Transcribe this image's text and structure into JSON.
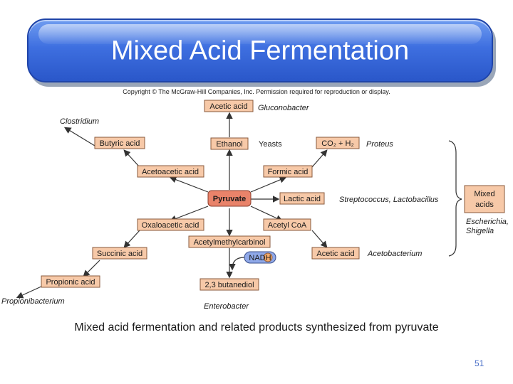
{
  "slide": {
    "title": "Mixed Acid Fermentation",
    "copyright": "Copyright © The McGraw-Hill Companies, Inc. Permission required for reproduction or display.",
    "caption": "Mixed acid fermentation and related products synthesized from pyruvate",
    "page_number": "51"
  },
  "diagram": {
    "center": "Pyruvate",
    "products": {
      "acetic_top": "Acetic acid",
      "ethanol": "Ethanol",
      "butyric": "Butyric acid",
      "acetoacetic": "Acetoacetic acid",
      "co2_h2": "CO₂ + H₂",
      "formic": "Formic acid",
      "lactic": "Lactic acid",
      "oxaloacetic": "Oxaloacetic acid",
      "acetyl_coa": "Acetyl CoA",
      "acetylmethylcarbinol": "Acetylmethylcarbinol",
      "succinic": "Succinic acid",
      "acetic_right": "Acetic acid",
      "propionic": "Propionic acid",
      "butanediol": "2,3 butanediol",
      "nadh": "NADH",
      "mixed_acids": "Mixed acids"
    },
    "organisms": {
      "gluconobacter": "Gluconobacter",
      "clostridium": "Clostridium",
      "yeasts": "Yeasts",
      "proteus": "Proteus",
      "strep_lacto": "Streptococcus, Lactobacillus",
      "escherichia": "Escherichia,",
      "shigella": "Shigella",
      "acetobacterium": "Acetobacterium",
      "propionibacterium": "Propionibacterium",
      "enterobacter": "Enterobacter"
    }
  },
  "colors": {
    "box_fill": "#f7c9a8",
    "center_fill": "#e9836a",
    "title_blue": "#3e6fe0"
  }
}
